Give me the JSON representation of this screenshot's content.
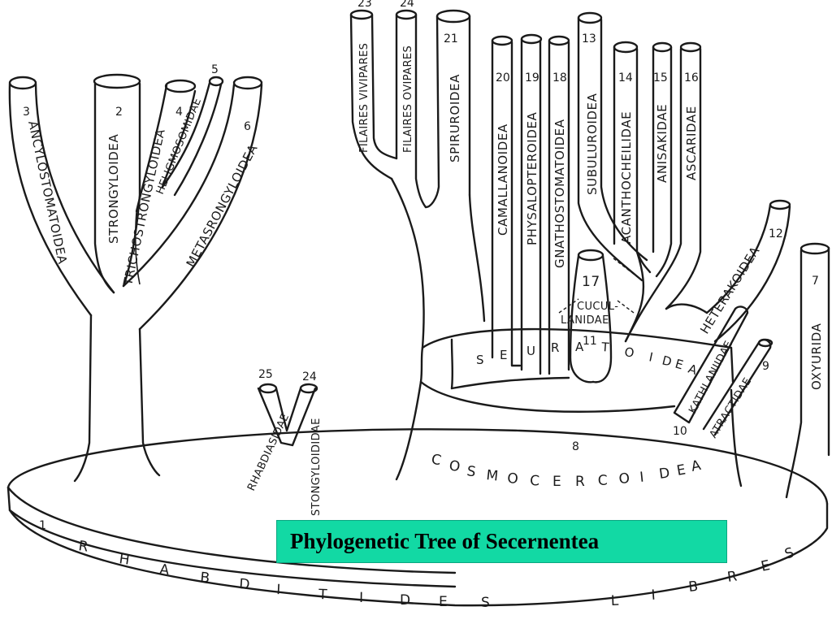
{
  "title": "Phylogenetic Tree of Secernentea",
  "colors": {
    "title_bg": "#12d9a4",
    "ink": "#1a1a1a",
    "background": "#ffffff"
  },
  "base": {
    "number": "1",
    "letters_left": [
      "R",
      "H",
      "A",
      "B",
      "D",
      "I",
      "T",
      "I",
      "D",
      "E",
      "S"
    ],
    "letters_right": [
      "L",
      "I",
      "B",
      "R",
      "E",
      "S"
    ]
  },
  "cosmocercoidea": {
    "number": "8",
    "letters": [
      "C",
      "O",
      "S",
      "M",
      "O",
      "C",
      "E",
      "R",
      "C",
      "O",
      "I",
      "D",
      "E",
      "A"
    ]
  },
  "seuratoidea": {
    "letters": [
      "S",
      "E",
      "U",
      "R",
      "A",
      "T",
      "O",
      "I",
      "D",
      "E",
      "A"
    ]
  },
  "taxa": {
    "t2": {
      "number": "2",
      "name": "STRONGYLOIDEA"
    },
    "t3": {
      "number": "3",
      "name": "ANCYLOSTOMATOIDEA"
    },
    "t4": {
      "number": "4",
      "name": "TRICHOSTRONGYLOIDEA"
    },
    "t5": {
      "number": "5",
      "name": "HELIGMOSOMIDAE"
    },
    "t6": {
      "number": "6",
      "name": "METASRONGYLOIDEA"
    },
    "t7": {
      "number": "7",
      "name": "OXYURIDA"
    },
    "t9": {
      "number": "9",
      "name": "ATRACTIDAE"
    },
    "t10": {
      "number": "10",
      "name": "KATHLANIIDAE"
    },
    "t11": {
      "number": "11"
    },
    "t12": {
      "number": "12",
      "name": "HETERAKOIDEA"
    },
    "t13": {
      "number": "13",
      "name": "SUBULUROIDEA"
    },
    "t14": {
      "number": "14",
      "name": "ACANTHOCHEILIDAE"
    },
    "t15": {
      "number": "15",
      "name": "ANISAKIDAE"
    },
    "t16": {
      "number": "16",
      "name": "ASCARIDAE"
    },
    "t17": {
      "number": "17",
      "name_line1": "CUCUL-",
      "name_line2": "LANIDAE"
    },
    "t18": {
      "number": "18",
      "name": "GNATHOSTOMATOIDEA"
    },
    "t19": {
      "number": "19",
      "name": "PHYSALOPTEROIDEA"
    },
    "t20": {
      "number": "20",
      "name": "CAMALLANOIDEA"
    },
    "t21": {
      "number": "21",
      "name": "SPIRUROIDEA"
    },
    "t23": {
      "number": "23",
      "name": "FILAIRES VIVIPARES"
    },
    "t24": {
      "number": "24",
      "name": "FILAIRES OVIPARES"
    },
    "t24b": {
      "number": "24",
      "name": "STONGYLOIDIDAE"
    },
    "t25": {
      "number": "25",
      "name": "RHABDIASIDAE"
    }
  }
}
